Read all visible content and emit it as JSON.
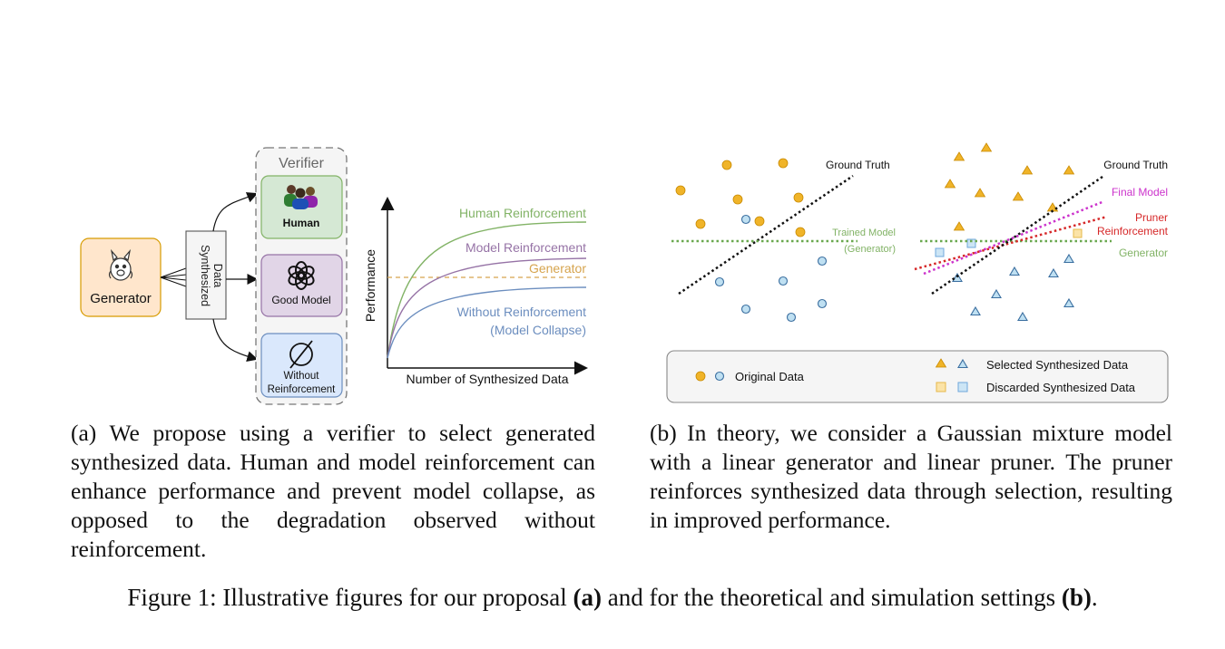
{
  "panel_a": {
    "generator_label": "Generator",
    "synth_line1": "Synthesized",
    "synth_line2": "Data",
    "verifier_title": "Verifier",
    "human_label": "Human",
    "good_model_label": "Good Model",
    "without_line1": "Without",
    "without_line2": "Reinforcement",
    "chart": {
      "ylabel": "Performance",
      "xlabel": "Number of Synthesized Data",
      "labels": {
        "human": "Human Reinforcement",
        "model": "Model Reinforcement",
        "generator": "Generator",
        "without_1": "Without Reinforcement",
        "without_2": "(Model Collapse)"
      },
      "colors": {
        "human": "#82b366",
        "model": "#9673a6",
        "generator": "#d6a44e",
        "without": "#6c8ebf"
      }
    }
  },
  "panel_b": {
    "ground_truth": "Ground Truth",
    "trained_model_1": "Trained Model",
    "trained_model_2": "(Generator)",
    "final_model": "Final Model",
    "pruner_1": "Pruner",
    "pruner_2": "Reinforcement",
    "generator": "Generator",
    "legend": {
      "original": "Original Data",
      "selected": "Selected Synthesized Data",
      "discarded": "Discarded Synthesized Data"
    },
    "colors": {
      "orange": "#f0b429",
      "blue_fill": "#bfe0f2",
      "blue_stroke": "#3b6fa0",
      "final_model": "#cc33cc",
      "pruner": "#d62728",
      "trained": "#6aa84f"
    }
  },
  "captions": {
    "a": "(a) We propose using a verifier to select generated synthesized data. Human and model reinforcement can enhance performance and prevent model collapse, as opposed to the degradation observed without reinforcement.",
    "b": "(b) In theory, we consider a Gaussian mixture model with a linear generator and linear pruner. The pruner reinforces synthesized data through selection, resulting in improved performance.",
    "figure_prefix": "Figure 1: Illustrative figures for our proposal ",
    "bold_a": "(a)",
    "figure_middle": " and for the theoretical and simulation settings ",
    "bold_b": "(b)",
    "figure_end": "."
  }
}
